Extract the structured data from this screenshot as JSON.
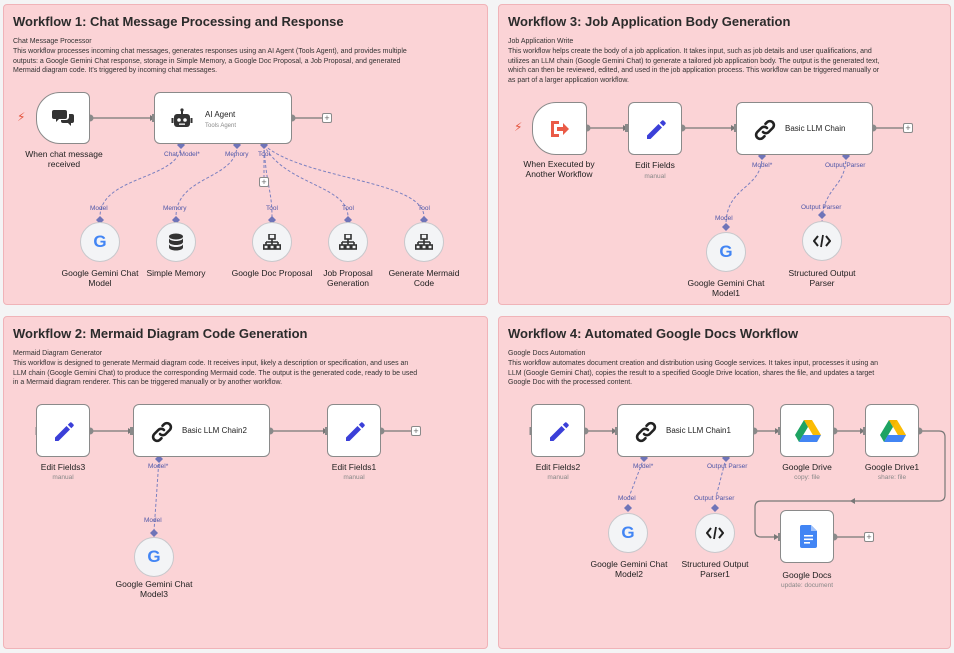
{
  "workflows": {
    "w1": {
      "title": "Workflow 1: Chat Message Processing and Response",
      "subtitle": "Chat Message Processor",
      "desc": [
        "This workflow processes incoming chat messages, generates responses using an AI Agent (Tools Agent), and provides multiple",
        "outputs: a Google Gemini Chat response, storage in Simple Memory, a Google Doc Proposal, a Job Proposal, and generated",
        "Mermaid diagram code. It's triggered by incoming chat messages."
      ],
      "trigger": "When chat message received",
      "agent": "AI Agent",
      "agent_sub": "Tools Agent",
      "ports": {
        "chat_model": "Chat Model*",
        "memory": "Memory",
        "tool": "Tool"
      },
      "sub_ports": {
        "model": "Model",
        "memory": "Memory",
        "tool1": "Tool",
        "tool2": "Tool",
        "tool3": "Tool"
      },
      "subnodes": {
        "gemini": "Google Gemini Chat Model",
        "memory": "Simple Memory",
        "doc_proposal": "Google Doc Proposal",
        "job_proposal": "Job Proposal Generation",
        "mermaid": "Generate Mermaid Code"
      }
    },
    "w2": {
      "title": "Workflow 2: Mermaid Diagram Code Generation",
      "subtitle": "Mermaid Diagram Generator",
      "desc": [
        "This workflow is designed to generate Mermaid diagram code. It receives input, likely a description or specification, and uses an",
        "LLM chain (Google Gemini Chat) to produce the corresponding Mermaid code. The output is the generated code, ready to be used",
        "in a Mermaid diagram renderer. This can be triggered manually or by another workflow."
      ],
      "edit3": "Edit Fields3",
      "edit3_sub": "manual",
      "chain": "Basic LLM Chain2",
      "edit1": "Edit Fields1",
      "edit1_sub": "manual",
      "port_model": "Model*",
      "sub_port_model": "Model",
      "gemini": "Google Gemini Chat Model3"
    },
    "w3": {
      "title": "Workflow 3: Job Application Body Generation",
      "subtitle": "Job Application Write",
      "desc": [
        "This workflow helps create the body of a job application. It takes input, such as job details and user qualifications, and",
        "utilizes an LLM chain (Google Gemini Chat) to generate a tailored job application body. The output is the generated text,",
        "which can then be reviewed, edited, and used in the job application process. This workflow can be triggered manually or",
        "as part of a larger application workflow."
      ],
      "trigger": "When Executed by Another Workflow",
      "edit": "Edit Fields",
      "edit_sub": "manual",
      "chain": "Basic LLM Chain",
      "port_model": "Model*",
      "port_parser": "Output Parser",
      "sub_port_model": "Model",
      "sub_port_parser": "Output Parser",
      "gemini": "Google Gemini Chat Model1",
      "parser": "Structured Output Parser"
    },
    "w4": {
      "title": "Workflow 4: Automated Google Docs Workflow",
      "subtitle": "Google Docs Automation",
      "desc": [
        "This workflow automates document creation and distribution using Google services. It takes input, processes it using an",
        "LLM (Google Gemini Chat), copies the result to a specified Google Drive location, shares the file, and updates a target",
        "Google Doc with the processed content."
      ],
      "edit": "Edit Fields2",
      "edit_sub": "manual",
      "chain": "Basic LLM Chain1",
      "drive": "Google Drive",
      "drive_sub": "copy: file",
      "drive1": "Google Drive1",
      "drive1_sub": "share: file",
      "docs": "Google Docs",
      "docs_sub": "update: document",
      "port_model": "Model*",
      "port_parser": "Output Parser",
      "sub_port_model": "Model",
      "sub_port_parser": "Output Parser",
      "gemini": "Google Gemini Chat Model2",
      "parser": "Structured Output Parser1"
    }
  },
  "colors": {
    "panel_bg": "#fbd3d6",
    "panel_border": "#f0b3b8",
    "edit_icon": "#3b3fd8",
    "trigger_icon": "#e4533c",
    "port": "#6f74b8"
  },
  "icons": [
    "chat-bubbles-icon",
    "robot-icon",
    "lightning-icon",
    "google-g-icon",
    "database-icon",
    "sitemap-icon",
    "pencil-icon",
    "chain-link-icon",
    "sign-in-icon",
    "code-icon",
    "google-drive-icon",
    "google-docs-icon",
    "plus-icon"
  ]
}
